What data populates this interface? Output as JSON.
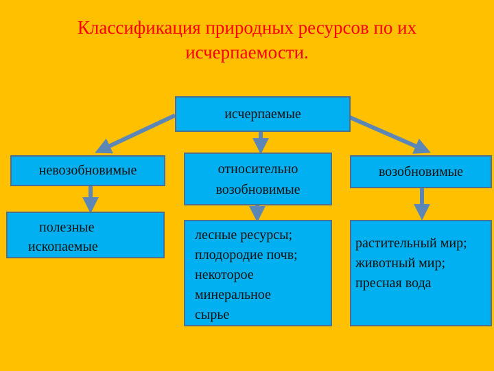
{
  "title": {
    "line1": "Классификация природных ресурсов по их",
    "line2": "исчерпаемости."
  },
  "top": {
    "label": "исчерпаемые"
  },
  "level2": {
    "left": {
      "label": "невозобновимые"
    },
    "middle": {
      "line1": "относительно",
      "line2": "возобновимые"
    },
    "right": {
      "label": "возобновимые"
    }
  },
  "level3": {
    "left": {
      "line1": "полезные",
      "line2": "ископаемые"
    },
    "middle": {
      "lines": [
        "лесные ресурсы;",
        "плодородие почв;",
        "некоторое",
        "минеральное",
        "сырье"
      ]
    },
    "right": {
      "lines": [
        "растительный мир;",
        "животный мир;",
        "пресная вода"
      ]
    }
  },
  "colors": {
    "background": "#ffc000",
    "box": "#00b0f0",
    "title": "#ff0000",
    "arrow": "#5b86b5"
  }
}
